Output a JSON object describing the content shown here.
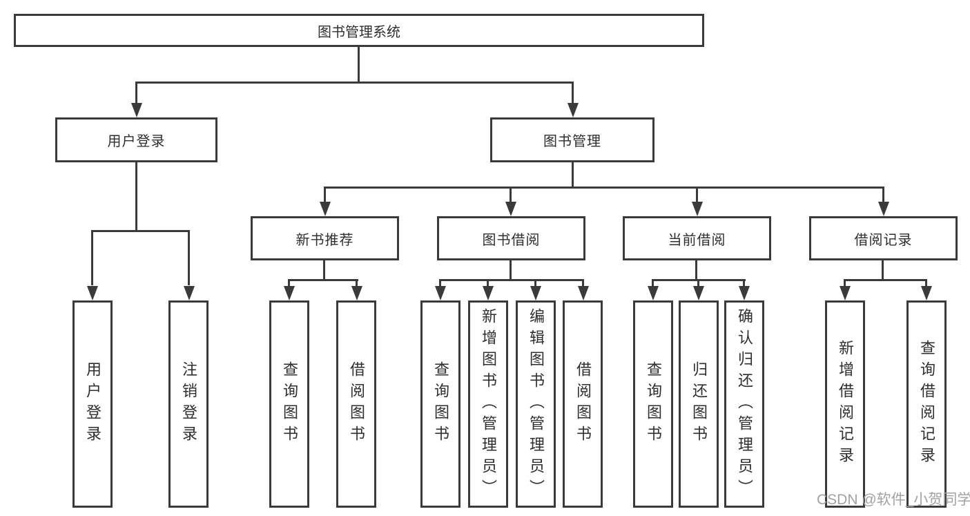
{
  "tree": {
    "label": "图书管理系统",
    "children": [
      {
        "label": "用户登录",
        "children": [
          {
            "label": "用户登录"
          },
          {
            "label": "注销登录"
          }
        ]
      },
      {
        "label": "图书管理",
        "children": [
          {
            "label": "新书推荐",
            "children": [
              {
                "label": "查询图书"
              },
              {
                "label": "借阅图书"
              }
            ]
          },
          {
            "label": "图书借阅",
            "children": [
              {
                "label": "查询图书"
              },
              {
                "label": "新增图书（管理员）"
              },
              {
                "label": "编辑图书（管理员）"
              },
              {
                "label": "借阅图书"
              }
            ]
          },
          {
            "label": "当前借阅",
            "children": [
              {
                "label": "查询图书"
              },
              {
                "label": "归还图书"
              },
              {
                "label": "确认归还（管理员）"
              }
            ]
          },
          {
            "label": "借阅记录",
            "children": [
              {
                "label": "新增借阅记录"
              },
              {
                "label": "查询借阅记录"
              }
            ]
          }
        ]
      }
    ]
  },
  "watermark": {
    "text": "CSDN @软件_小贺同学"
  },
  "colors": {
    "line": "#3a3a3a",
    "text": "#2e2e2e",
    "background": "#ffffff",
    "watermark": "#a2a2a2"
  }
}
